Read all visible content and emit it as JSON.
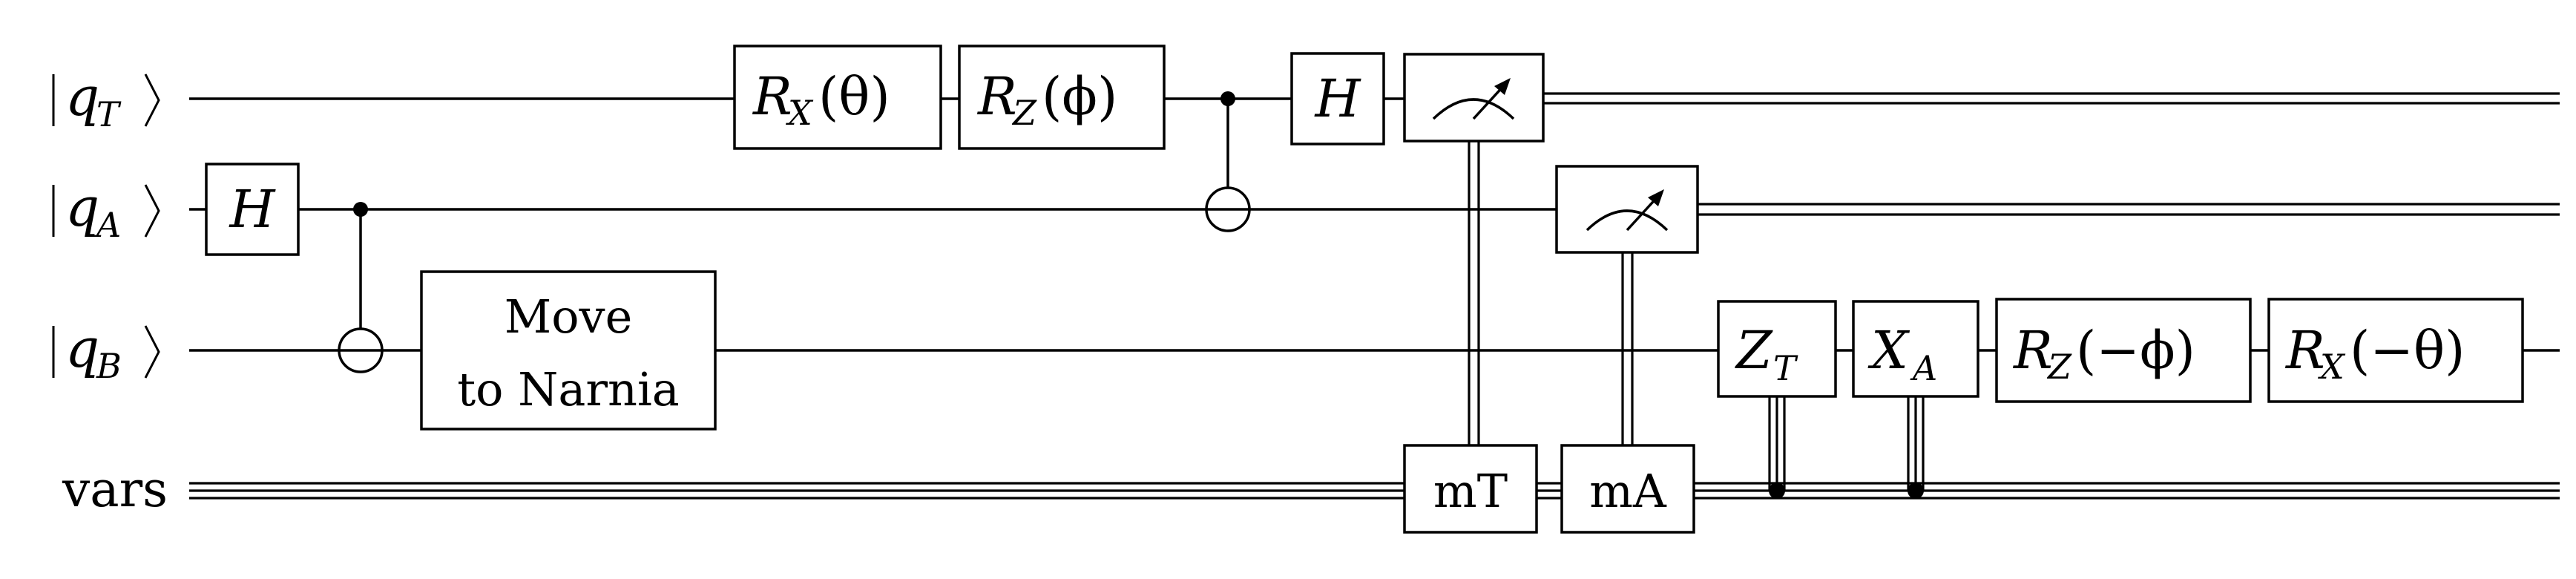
{
  "circuit": {
    "wires": {
      "qT": {
        "ket": "q",
        "sub": "T"
      },
      "qA": {
        "ket": "q",
        "sub": "A"
      },
      "qB": {
        "ket": "q",
        "sub": "B"
      },
      "vars": {
        "label": "vars"
      }
    },
    "gates": {
      "h_qA": "H",
      "h_qT": "H",
      "rx_theta": {
        "base": "R",
        "sub": "X",
        "arg": "(θ)"
      },
      "rz_phi": {
        "base": "R",
        "sub": "Z",
        "arg": "(ϕ)"
      },
      "move": {
        "line1": "Move",
        "line2": "to Narnia"
      },
      "zt": {
        "base": "Z",
        "sub": "T"
      },
      "xa": {
        "base": "X",
        "sub": "A"
      },
      "rz_neg_phi": {
        "base": "R",
        "sub": "Z",
        "arg": "(−ϕ)"
      },
      "rx_neg_theta": {
        "base": "R",
        "sub": "X",
        "arg": "(−θ)"
      },
      "store_mT": "mT",
      "store_mA": "mA"
    }
  }
}
